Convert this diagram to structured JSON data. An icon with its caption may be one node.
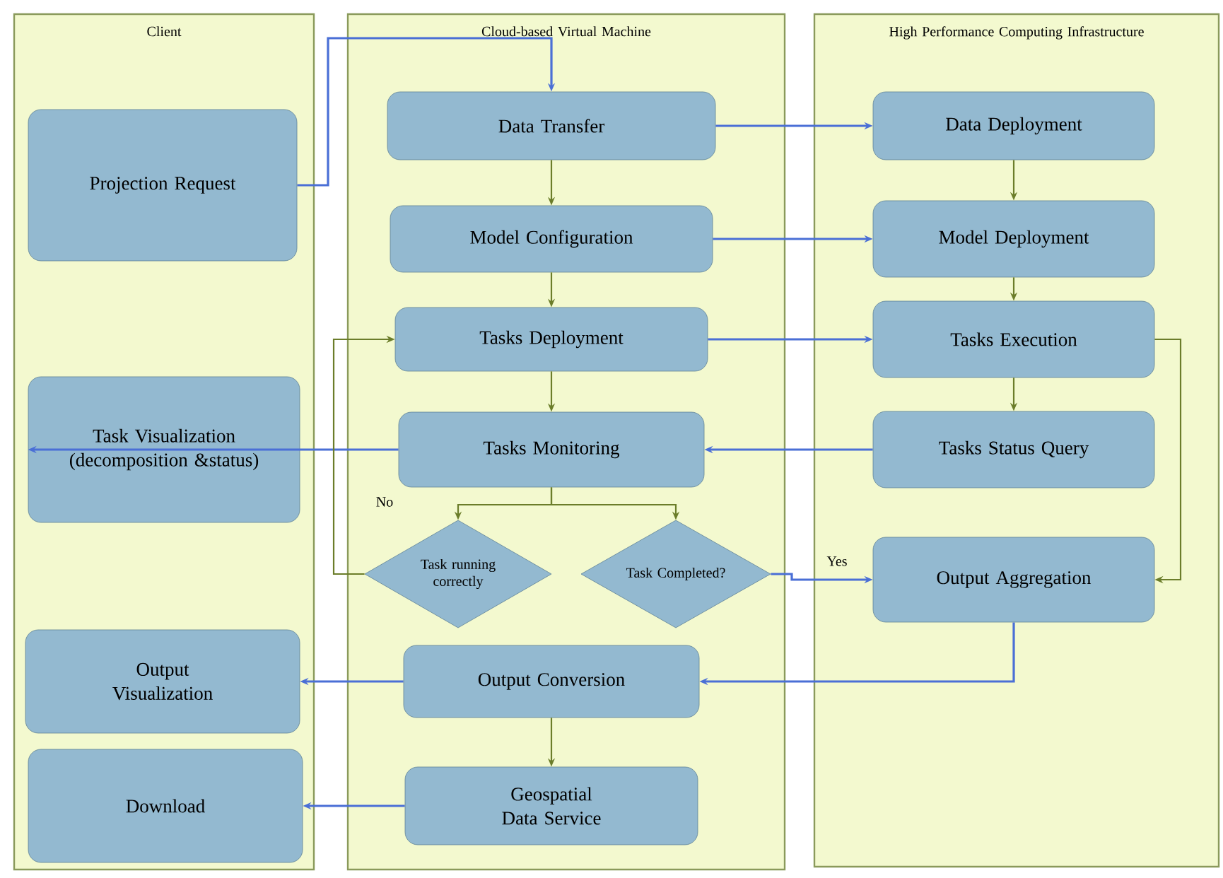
{
  "diagram": {
    "nodes": [
      {
        "text": [
          "Client"
        ]
      },
      {
        "text": [
          "Cloud-based Virtual Machine"
        ]
      },
      {
        "text": [
          "High Performance Computing Infrastructure"
        ]
      },
      {
        "text": [
          "Projection Request"
        ],
        "in": 0
      },
      {
        "text": [
          "Data Transfer"
        ],
        "in": 1
      },
      {
        "text": [
          "Model Configuration"
        ],
        "in": 1
      },
      {
        "text": [
          "Tasks Deployment"
        ],
        "in": 1
      },
      {
        "text": [
          "Tasks Monitoring"
        ],
        "in": 1
      },
      {
        "text": [
          "Task running correctly"
        ],
        "in": 1
      },
      {
        "text": [
          "Task Completed?"
        ],
        "in": 1
      },
      {
        "text": [
          "Output Conversion"
        ],
        "in": 1
      },
      {
        "text": [
          "Geospatial Data Service"
        ],
        "in": 1
      },
      {
        "text": [
          "Data Deployment"
        ],
        "in": 2
      },
      {
        "text": [
          "Model Deployment"
        ],
        "in": 2
      },
      {
        "text": [
          "Tasks Execution"
        ],
        "in": 2
      },
      {
        "text": [
          "Tasks Status Query"
        ],
        "in": 2
      },
      {
        "text": [
          "Output Aggregation"
        ],
        "in": 2
      },
      {
        "text": [
          "Task Visualization (decomposition &status)"
        ],
        "in": 0
      },
      {
        "text": [
          "Output Visualization"
        ],
        "in": 0
      },
      {
        "text": [
          "Download"
        ],
        "in": 0
      }
    ],
    "edges": [
      {
        "from": 3,
        "to": 4,
        "arrow": "to",
        "color": "#4a6fd6"
      },
      {
        "from": 4,
        "to": 12,
        "arrow": "to",
        "color": "#4a6fd6"
      },
      {
        "from": 4,
        "to": 5,
        "arrow": "to"
      },
      {
        "from": 5,
        "to": 13,
        "arrow": "to",
        "color": "#4a6fd6"
      },
      {
        "from": 5,
        "to": 6,
        "arrow": "to"
      },
      {
        "from": 6,
        "to": 14,
        "arrow": "to",
        "color": "#4a6fd6"
      },
      {
        "from": 6,
        "to": 7,
        "arrow": "to"
      },
      {
        "from": 12,
        "to": 13,
        "arrow": "to"
      },
      {
        "from": 13,
        "to": 14,
        "arrow": "to"
      },
      {
        "from": 14,
        "to": 15,
        "arrow": "to"
      },
      {
        "from": 14,
        "to": 16,
        "arrow": "to"
      },
      {
        "from": 15,
        "to": 7,
        "arrow": "to",
        "color": "#4a6fd6"
      },
      {
        "from": 7,
        "to": 17,
        "arrow": "to",
        "color": "#4a6fd6"
      },
      {
        "from": 7,
        "to": 8,
        "arrow": "to"
      },
      {
        "from": 7,
        "to": 9,
        "arrow": "to"
      },
      {
        "from": 8,
        "to": 6,
        "arrow": "to",
        "label": "No"
      },
      {
        "from": 9,
        "to": 16,
        "arrow": "to",
        "label": "Yes",
        "color": "#4a6fd6"
      },
      {
        "from": 16,
        "to": 10,
        "arrow": "to",
        "color": "#4a6fd6"
      },
      {
        "from": 10,
        "to": 18,
        "arrow": "to",
        "color": "#4a6fd6"
      },
      {
        "from": 10,
        "to": 11,
        "arrow": "to"
      },
      {
        "from": 11,
        "to": 19,
        "arrow": "to",
        "color": "#4a6fd6"
      }
    ]
  }
}
